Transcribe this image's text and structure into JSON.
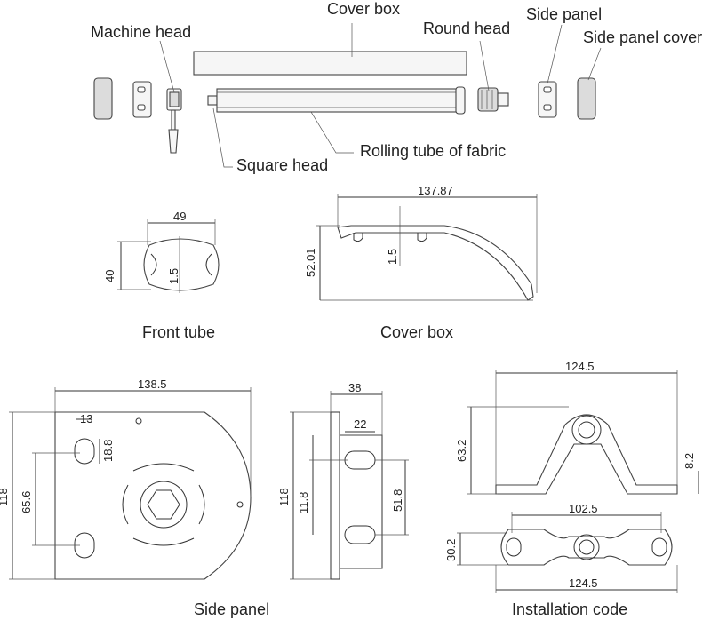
{
  "exploded": {
    "cover_box": "Cover box",
    "machine_head": "Machine head",
    "round_head": "Round head",
    "side_panel": "Side panel",
    "side_panel_cover": "Side panel cover",
    "square_head": "Square head",
    "rolling_tube": "Rolling tube of fabric"
  },
  "front_tube": {
    "caption": "Front tube",
    "width": "49",
    "height": "40",
    "inner": "1.5"
  },
  "cover_box_drawing": {
    "caption": "Cover box",
    "width": "137.87",
    "height": "52.01",
    "inner": "1.5"
  },
  "side_panel_drawing": {
    "caption": "Side panel",
    "width": "138.5",
    "hole_width": "13",
    "hole_height": "18.8",
    "hole_spacing": "65.6",
    "height": "118",
    "side_width": "38",
    "side_slot": "22",
    "side_height": "118",
    "side_offset": "11.8",
    "side_spacing": "51.8"
  },
  "installation": {
    "caption": "Installation code",
    "top_width": "124.5",
    "height": "63.2",
    "foot": "8.2",
    "inner_width": "102.5",
    "plan_height": "30.2",
    "bottom_width": "124.5"
  }
}
